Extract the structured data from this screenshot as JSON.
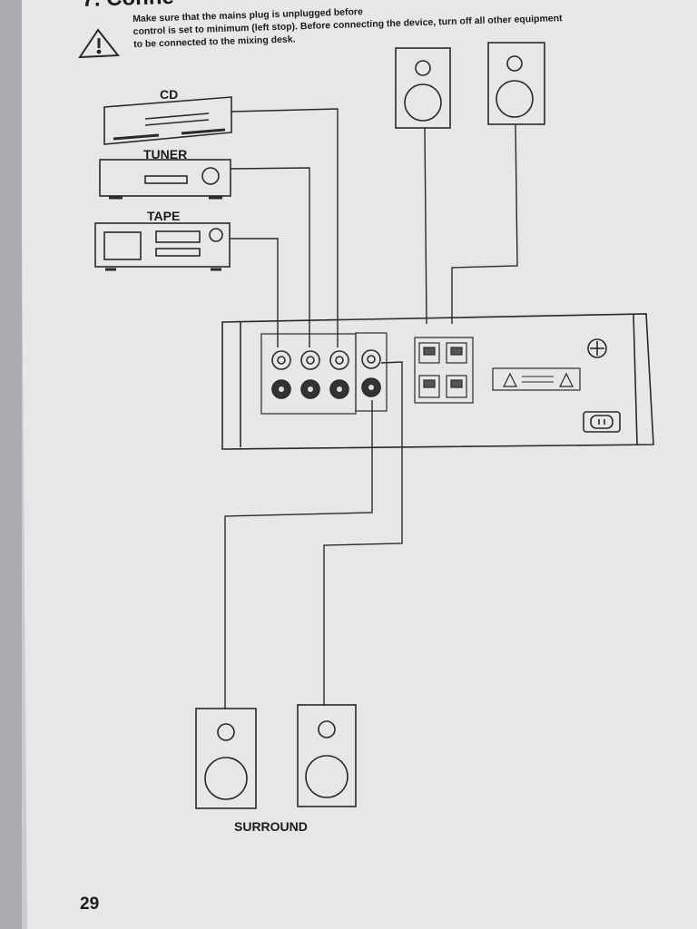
{
  "heading": {
    "number_prefix": "7. Conne",
    "lines": [
      "Make sure that the mains plug is unplugged before",
      "control is set to minimum (left stop). Before connecting the device, turn off all other equipment",
      "to be connected to the mixing desk."
    ]
  },
  "sources": {
    "cd": "CD",
    "tuner": "TUNER",
    "tape": "TAPE"
  },
  "surround_label": "SURROUND",
  "page_number": "29",
  "colors": {
    "paper": "#e6e7e9",
    "ink": "#2a2a2a",
    "margin": "#b9bbc0"
  },
  "icons": [
    "warning-icon",
    "ground-icon",
    "hazard-icon"
  ]
}
